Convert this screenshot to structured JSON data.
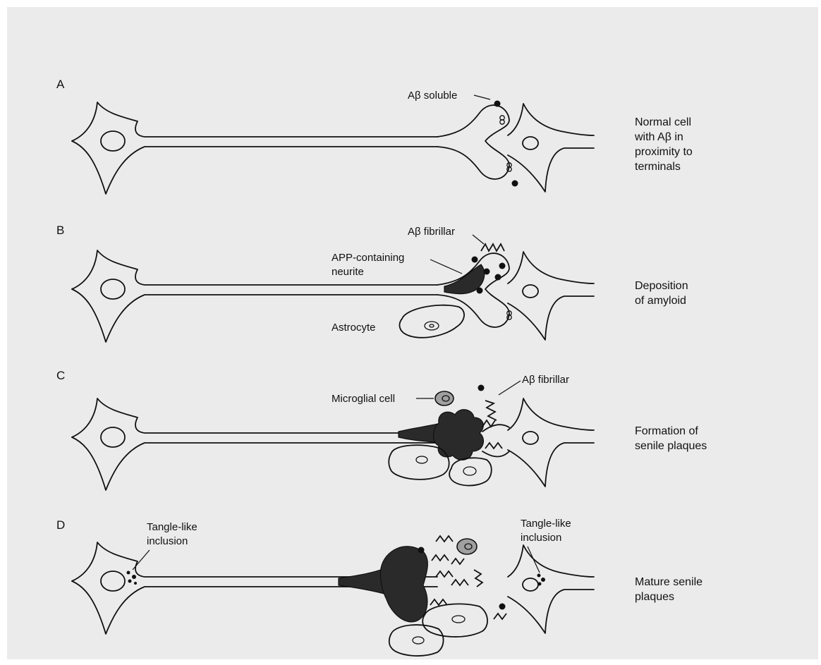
{
  "panels": [
    {
      "letter": "A",
      "caption": [
        "Normal cell",
        "with Aβ in",
        "proximity to",
        "terminals"
      ]
    },
    {
      "letter": "B",
      "caption": [
        "Deposition",
        "of amyloid"
      ]
    },
    {
      "letter": "C",
      "caption": [
        "Formation of",
        "senile plaques"
      ]
    },
    {
      "letter": "D",
      "caption": [
        "Mature senile",
        "plaques"
      ]
    }
  ],
  "labels": {
    "ab_soluble": "Aβ soluble",
    "ab_fibrillar_b": "Aβ fibrillar",
    "app_line1": "APP-containing",
    "app_line2": "neurite",
    "astrocyte": "Astrocyte",
    "microglial": "Microglial cell",
    "ab_fibrillar_c": "Aβ fibrillar",
    "tangle_left_1": "Tangle-like",
    "tangle_left_2": "inclusion",
    "tangle_right_1": "Tangle-like",
    "tangle_right_2": "inclusion"
  },
  "colors": {
    "background": "#ebebeb",
    "ink": "#111111",
    "deposit": "#2a2a2a"
  }
}
